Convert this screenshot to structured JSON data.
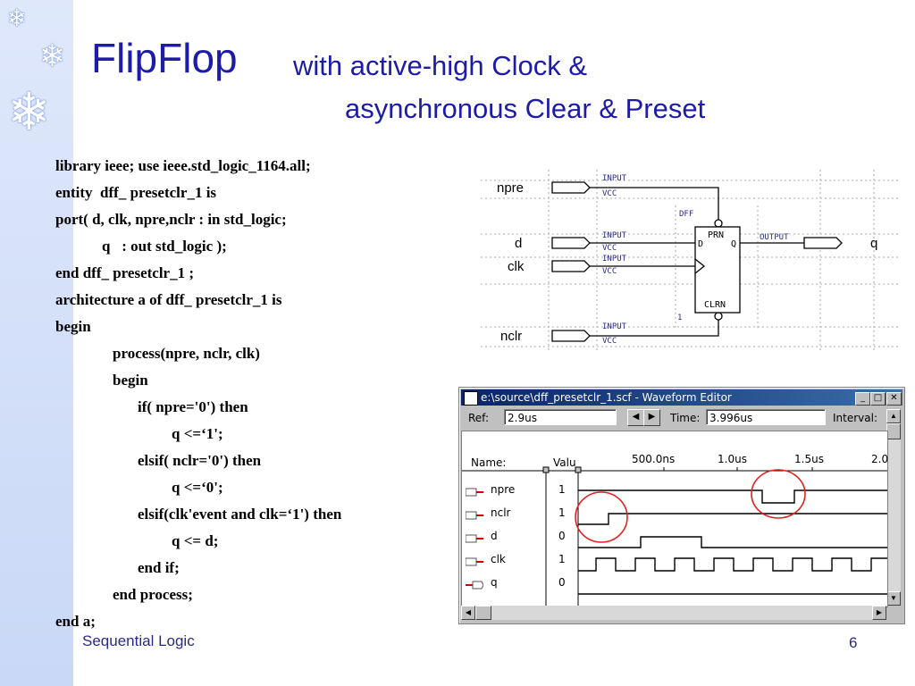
{
  "slide": {
    "title_main": "FlipFlop",
    "title_sub1": "with active-high Clock &",
    "title_sub2": "asynchronous Clear &  Preset",
    "footer_left": "Sequential Logic",
    "page_number": "6",
    "colors": {
      "title": "#1c1ca8",
      "stripe": "#c9d8f7",
      "footer": "#2a2a8a"
    }
  },
  "code": [
    "library ieee; use ieee.std_logic_1164.all;",
    "entity  dff_ presetclr_1 is",
    "port( d, clk, npre,nclr : in std_logic;",
    "q   : out std_logic );",
    "end dff_ presetclr_1 ;",
    "architecture a of dff_ presetclr_1 is",
    "begin",
    "process(npre, nclr, clk)",
    "begin",
    "if( npre='0') then",
    "q <=‘1';",
    "elsif( nclr='0') then",
    "q <=‘0';",
    "elsif(clk'event and clk=‘1') then",
    "q <= d;",
    "end if;",
    "end process;",
    "end a;"
  ],
  "schematic": {
    "inputs": [
      "npre",
      "d",
      "clk",
      "nclr"
    ],
    "pin_input": "INPUT",
    "pin_vcc": "VCC",
    "dff_label": "DFF",
    "prn": "PRN",
    "clrn": "CLRN",
    "pin_d": "D",
    "pin_q": "Q",
    "pin_output": "OUTPUT",
    "output_name": "q",
    "inst": "1"
  },
  "waveform": {
    "window_title": "e:\\source\\dff_presetclr_1.scf - Waveform Editor",
    "ref_label": "Ref:",
    "ref_value": "2.9us",
    "time_label": "Time:",
    "time_value": "3.996us",
    "interval_label": "Interval:",
    "name_header": "Name:",
    "value_header": "Valu",
    "time_ticks": [
      "500.0ns",
      "1.0us",
      "1.5us",
      "2.0"
    ],
    "signals": [
      {
        "name": "npre",
        "value": "1"
      },
      {
        "name": "nclr",
        "value": "1"
      },
      {
        "name": "d",
        "value": "0"
      },
      {
        "name": "clk",
        "value": "1"
      },
      {
        "name": "q",
        "value": "0"
      }
    ],
    "highlight_color": "#e02020"
  }
}
